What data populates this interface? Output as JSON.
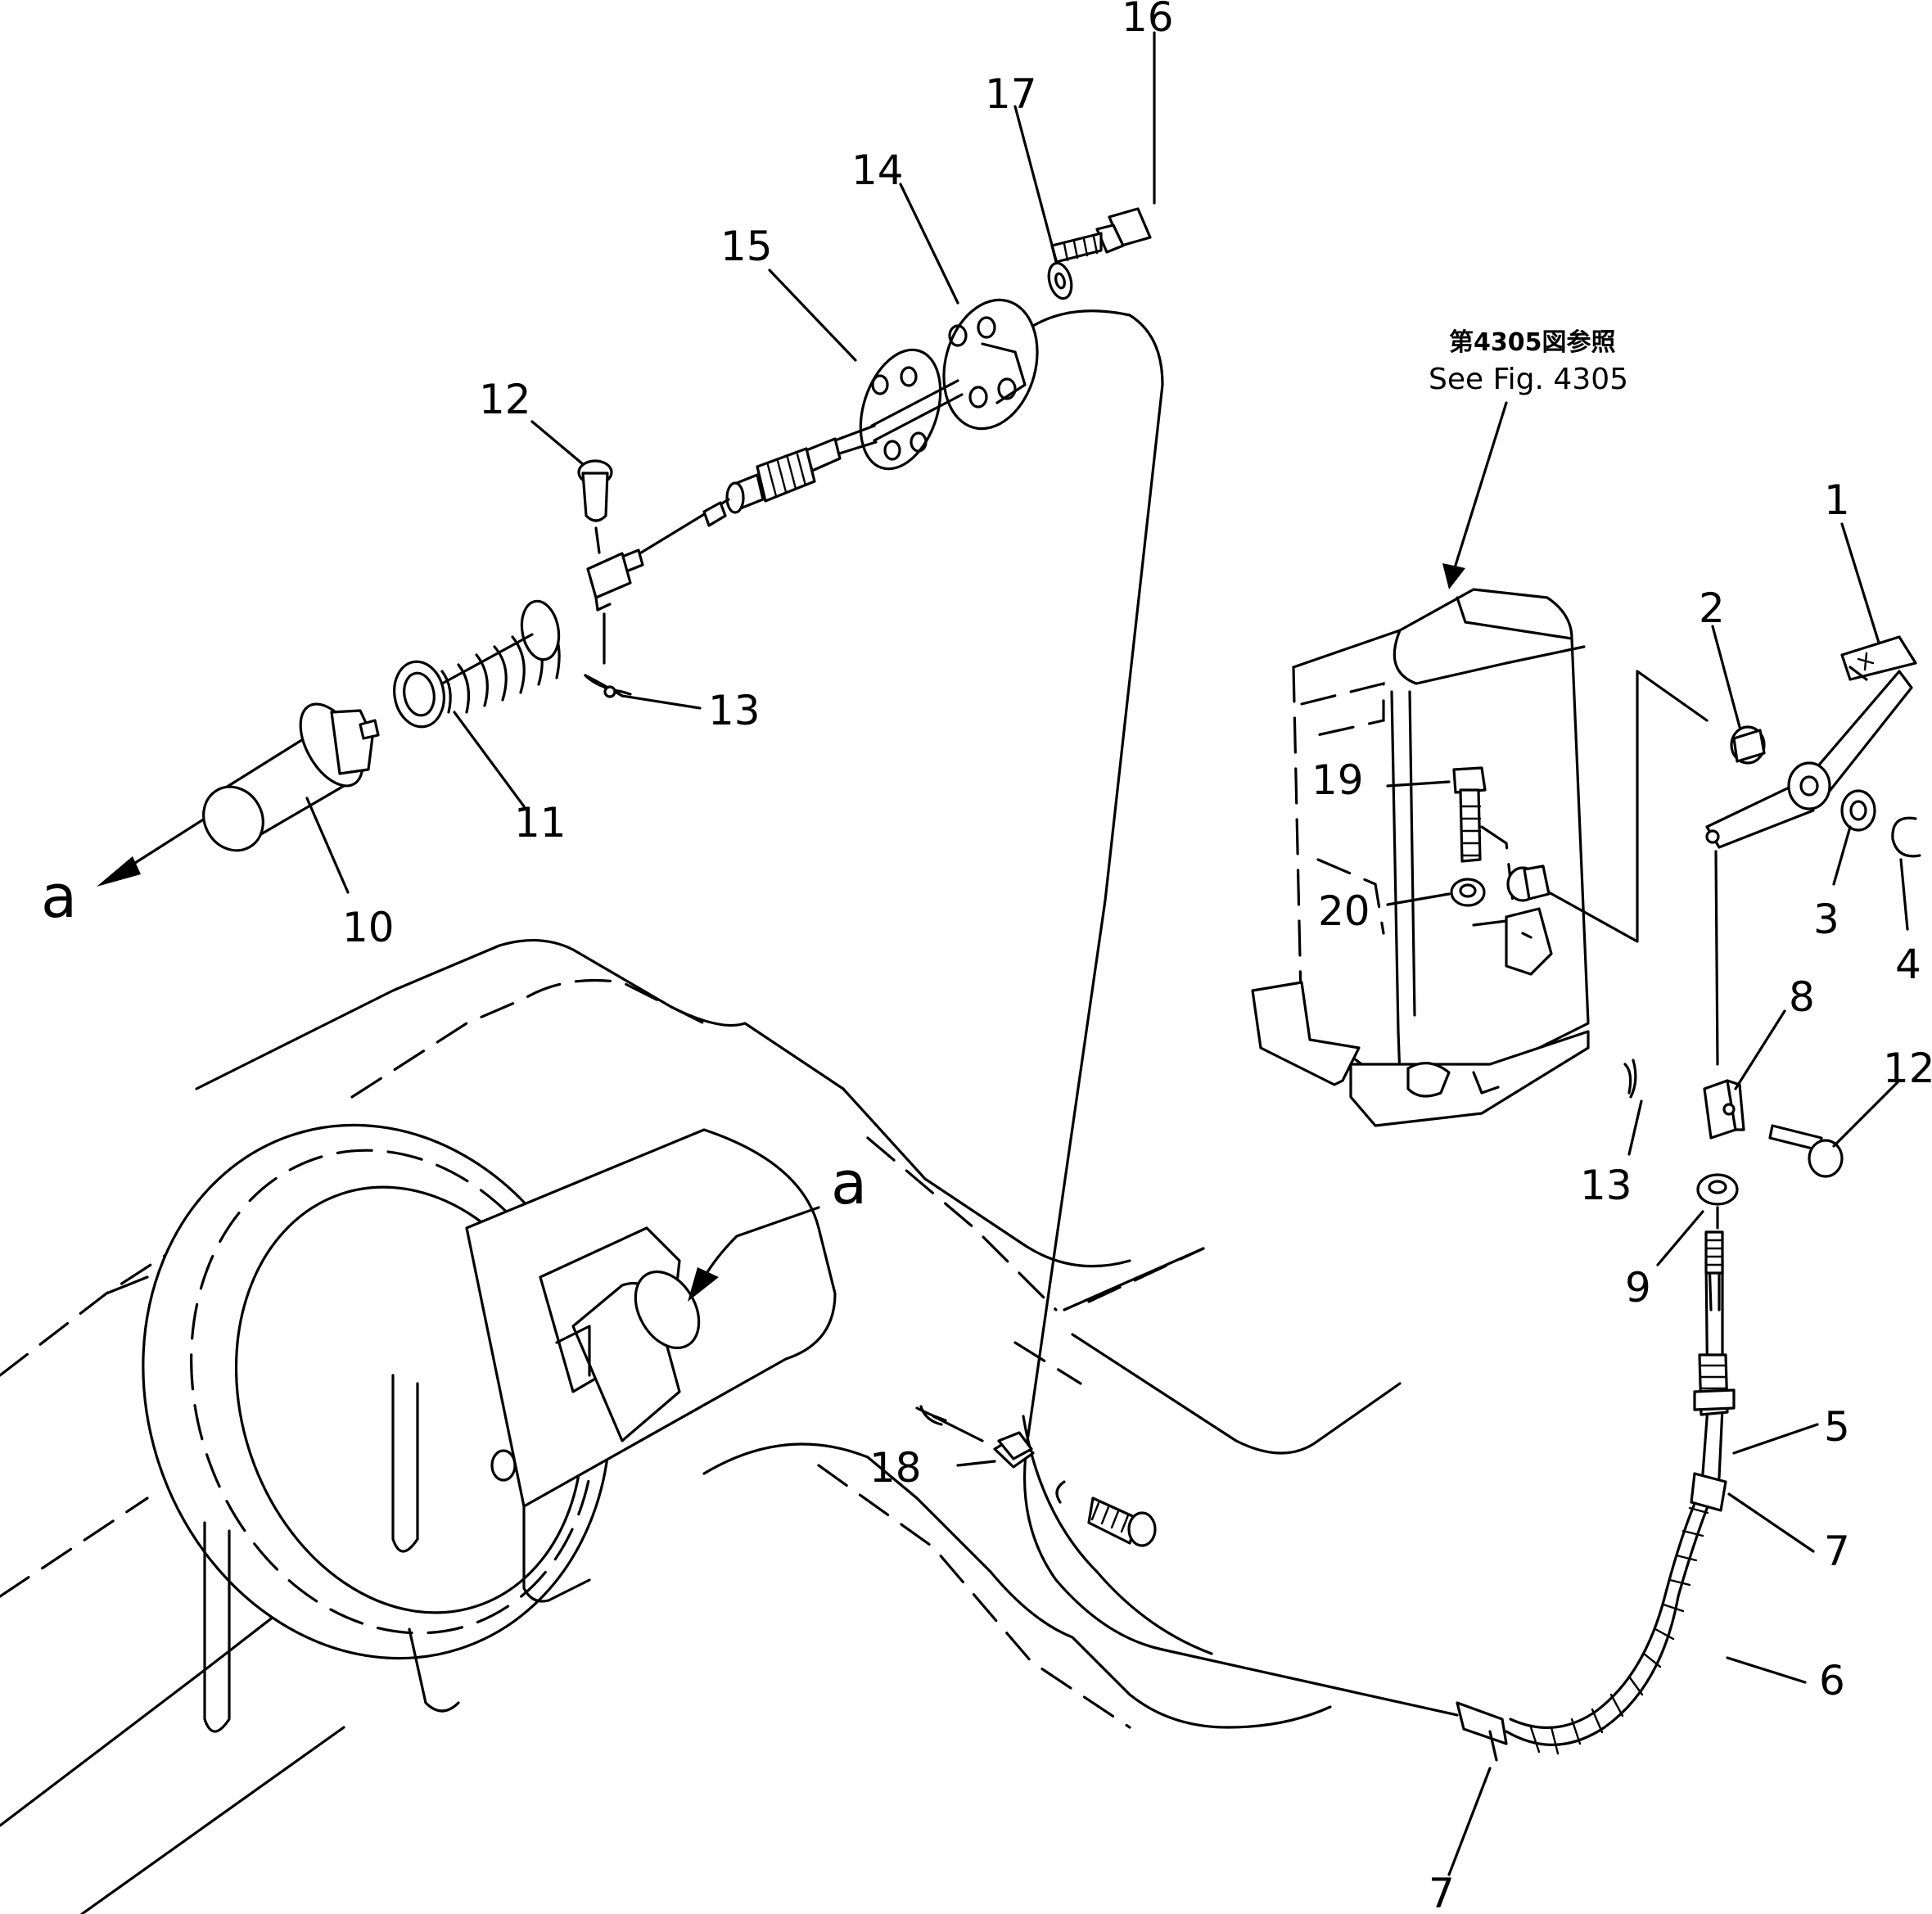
{
  "callouts": {
    "c1": "1",
    "c2": "2",
    "c3": "3",
    "c4": "4",
    "c5": "5",
    "c6": "6",
    "c7_right": "7",
    "c7_bottom": "7",
    "c8": "8",
    "c9": "9",
    "c10": "10",
    "c11": "11",
    "c12_left": "12",
    "c12_right": "12",
    "c13_left": "13",
    "c13_right": "13",
    "c14": "14",
    "c15": "15",
    "c16": "16",
    "c17": "17",
    "c18": "18",
    "c19": "19",
    "c20": "20"
  },
  "view_markers": {
    "a_left": "a",
    "a_axle": "a"
  },
  "reference_note": {
    "japanese": "第4305図参照",
    "english": "See Fig. 4305"
  }
}
